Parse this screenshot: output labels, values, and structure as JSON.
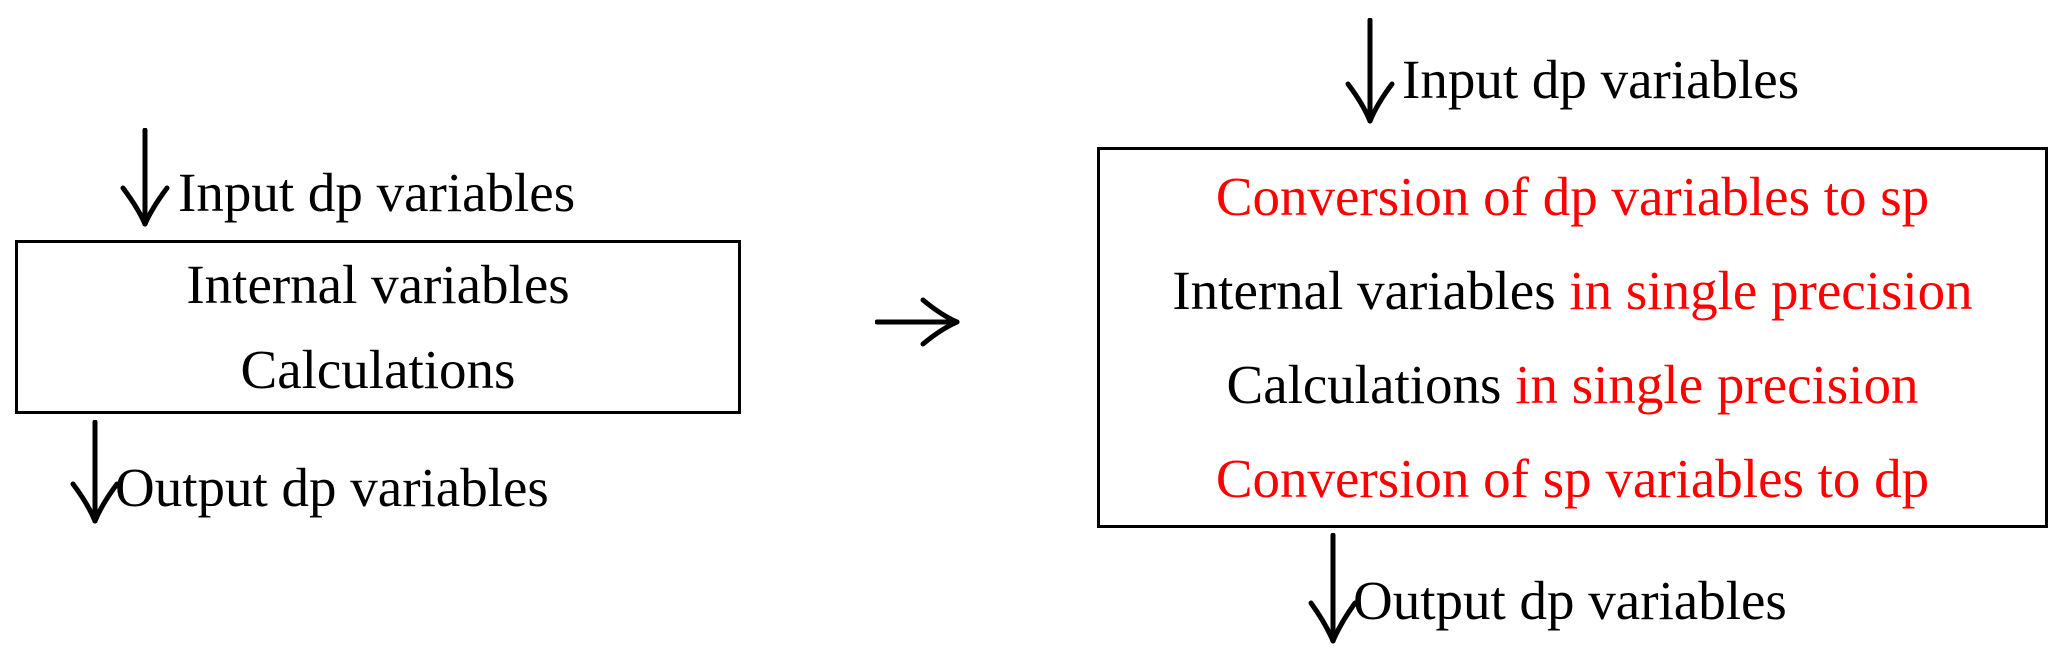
{
  "figure": {
    "left_pipeline": {
      "input_label": "Input dp variables",
      "box": {
        "line1": "Internal variables",
        "line2": "Calculations"
      },
      "output_label": "Output dp variables"
    },
    "transition": {
      "arrow_icon": "right-arrow"
    },
    "right_pipeline": {
      "input_label": "Input dp variables",
      "box": {
        "line1": "Conversion of dp variables to sp",
        "line2_black": "Internal variables",
        "line2_red": " in single precision",
        "line3_black": "Calculations",
        "line3_red": " in single precision",
        "line4": "Conversion of sp variables to dp"
      },
      "output_label": "Output dp variables"
    },
    "colors": {
      "text": "#000000",
      "highlight": "#ff0000",
      "background": "#ffffff"
    }
  }
}
